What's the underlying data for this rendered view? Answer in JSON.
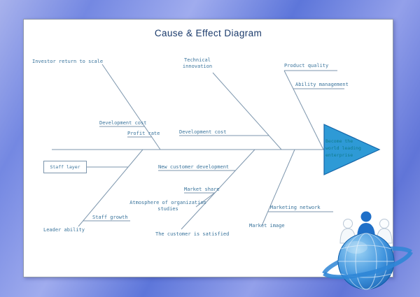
{
  "title": "Cause & Effect Diagram",
  "effect": {
    "label": "Become the world leading enterprise"
  },
  "causes": {
    "investor_return": "Investor return to scale",
    "development_cost_upper": "Development cost",
    "profit_rate": "Profit rate",
    "technical_innovation": "Technical innovation",
    "development_cost_middle": "Development cost",
    "product_quality": "Product quality",
    "ability_management": "Ability management",
    "staff_layer": "Staff layer",
    "staff_growth": "Staff growth",
    "leader_ability": "Leader ability",
    "atmosphere_of_organization": "Atmosphere of organization studies",
    "new_customer_development": "New customer development",
    "market_share": "Market share",
    "customer_satisfied": "The customer is satisfied",
    "market_image": "Market image",
    "marketing_network": "Marketing network"
  },
  "colors": {
    "arrow_fill": "#2e9ad6",
    "arrow_stroke": "#1565a8",
    "line": "#7d96ad",
    "label_text": "#3a749c",
    "title_text": "#1a3a6b",
    "effect_text": "#0f7b8a"
  }
}
